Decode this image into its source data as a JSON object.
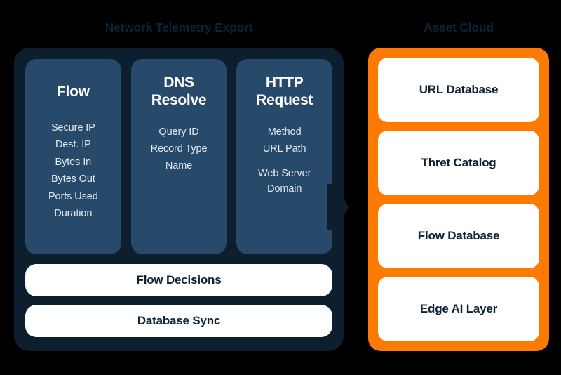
{
  "colors": {
    "background": "#000000",
    "panel_navy": "#0d1f2e",
    "card_navy": "#27496a",
    "accent_orange": "#ff7a00",
    "card_white": "#ffffff",
    "title_text": "#0d2235"
  },
  "left": {
    "title": "Network Telemetry Export",
    "columns": [
      {
        "title": "Flow",
        "single_line": true,
        "items": [
          {
            "text": "Secure IP",
            "spaced": false
          },
          {
            "text": "Dest. IP",
            "spaced": false
          },
          {
            "text": "Bytes In",
            "spaced": false
          },
          {
            "text": "Bytes Out",
            "spaced": false
          },
          {
            "text": "Ports Used",
            "spaced": false
          },
          {
            "text": "Duration",
            "spaced": false
          }
        ]
      },
      {
        "title": "DNS\nResolve",
        "single_line": false,
        "items": [
          {
            "text": "Query ID",
            "spaced": false
          },
          {
            "text": "Record Type",
            "spaced": false
          },
          {
            "text": "Name",
            "spaced": false
          }
        ]
      },
      {
        "title": "HTTP\nRequest",
        "single_line": false,
        "items": [
          {
            "text": "Method",
            "spaced": false
          },
          {
            "text": "URL Path",
            "spaced": false
          },
          {
            "text": "Web Server\nDomain",
            "spaced": true
          }
        ]
      }
    ],
    "bars": [
      {
        "label": "Flow Decisions"
      },
      {
        "label": "Database Sync"
      }
    ]
  },
  "connector": {
    "icon": "arrow-right-icon",
    "direction": "right"
  },
  "right": {
    "title": "Asset Cloud",
    "cards": [
      {
        "label": "URL Database"
      },
      {
        "label": "Thret Catalog"
      },
      {
        "label": "Flow Database"
      },
      {
        "label": "Edge AI Layer"
      }
    ]
  }
}
